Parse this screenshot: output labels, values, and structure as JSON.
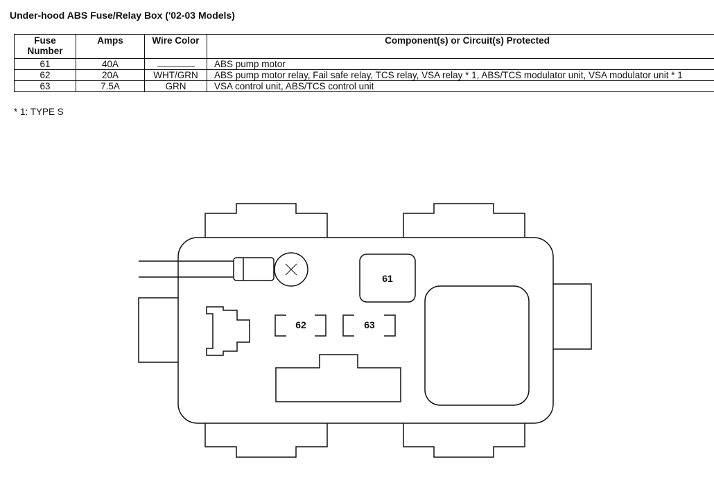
{
  "title": "Under-hood ABS Fuse/Relay Box ('02-03 Models)",
  "table": {
    "headers": {
      "fuse_number": "Fuse Number",
      "amps": "Amps",
      "wire_color": "Wire Color",
      "components": "Component(s) or Circuit(s) Protected"
    },
    "rows": [
      {
        "fuse": "61",
        "amps": "40A",
        "wire": "",
        "component": "ABS pump motor"
      },
      {
        "fuse": "62",
        "amps": "20A",
        "wire": "WHT/GRN",
        "component": "ABS pump motor relay, Fail safe relay, TCS relay, VSA relay * 1, ABS/TCS modulator unit, VSA modulator unit * 1"
      },
      {
        "fuse": "63",
        "amps": "7.5A",
        "wire": "GRN",
        "component": "VSA control unit, ABS/TCS control unit"
      }
    ]
  },
  "footnote": "* 1: TYPE S",
  "diagram": {
    "label_61": "61",
    "label_62": "62",
    "label_63": "63"
  }
}
